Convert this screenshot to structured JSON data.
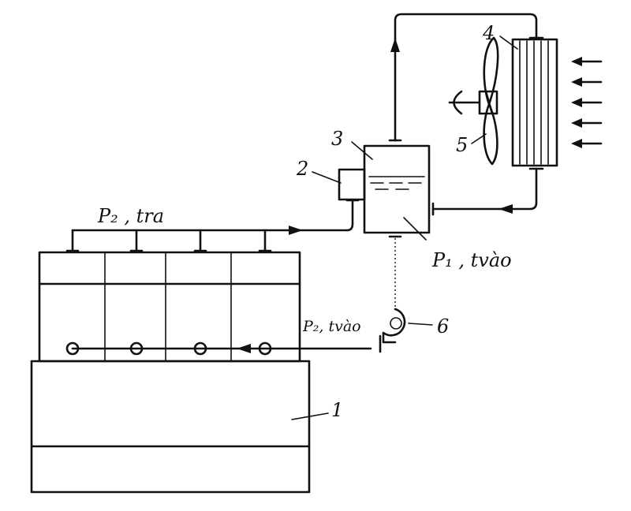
{
  "components": [
    {
      "id": "1",
      "label": "1"
    },
    {
      "id": "2",
      "label": "2"
    },
    {
      "id": "3",
      "label": "3"
    },
    {
      "id": "4",
      "label": "4"
    },
    {
      "id": "5",
      "label": "5"
    },
    {
      "id": "6",
      "label": "6"
    }
  ],
  "labels": {
    "outlet": "P₂ , tra",
    "tank": "P₁ , tvào",
    "inlet": "P₂, tvào"
  }
}
